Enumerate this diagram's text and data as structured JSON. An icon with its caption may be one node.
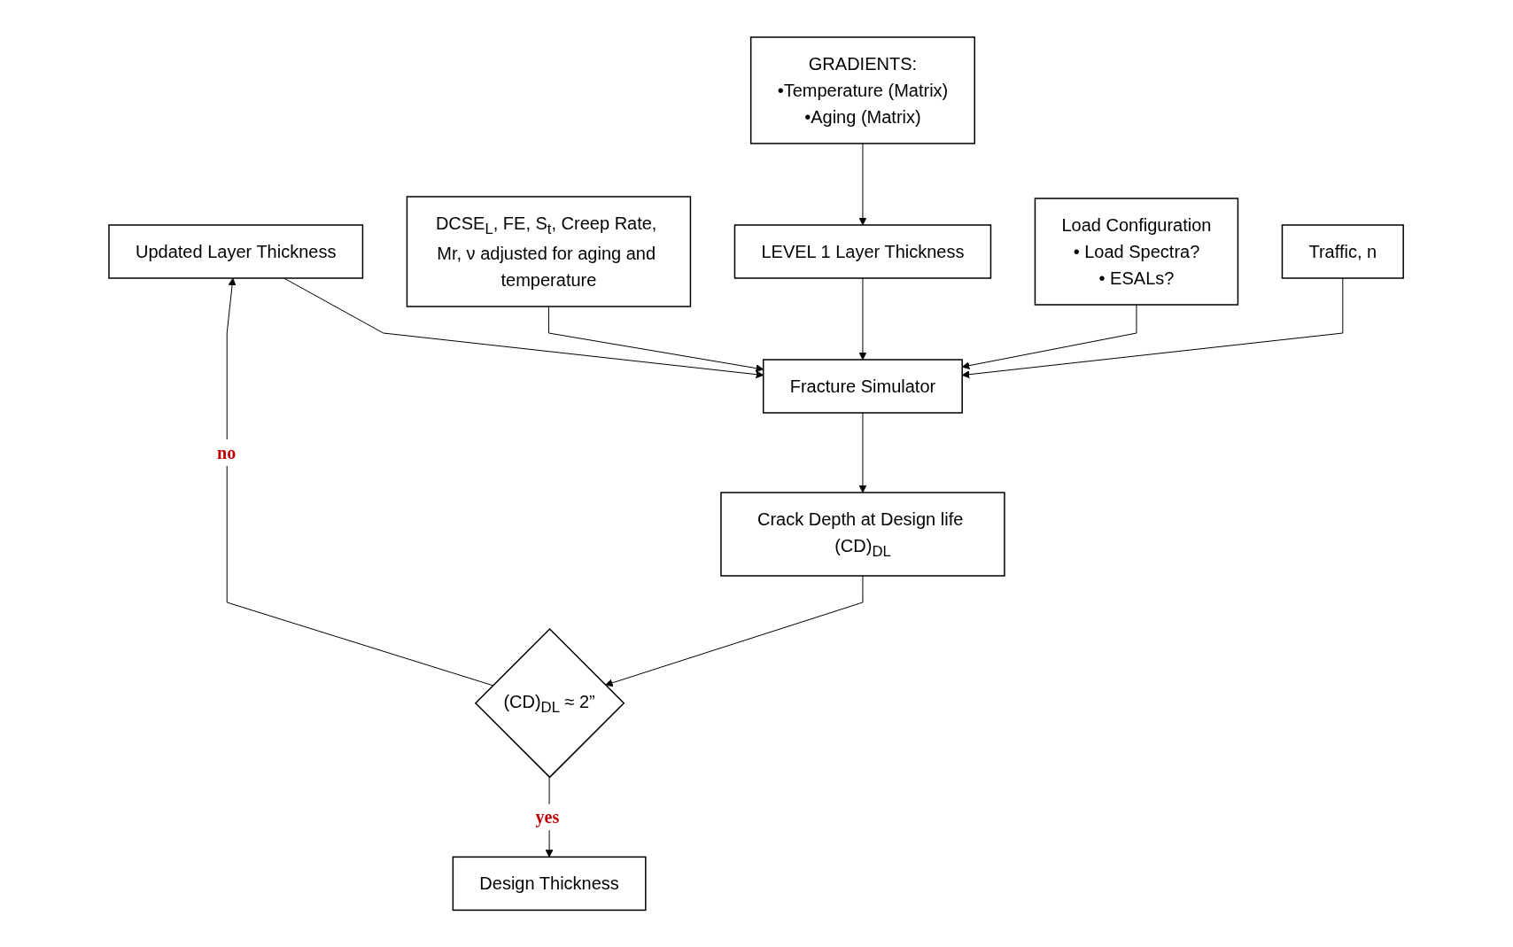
{
  "diagram": {
    "nodes": [
      {
        "text": [
          "Updated Layer Thickness"
        ]
      },
      {
        "text": [
          "GRADIENTS:",
          "•Temperature (Matrix)",
          "•Aging (Matrix)"
        ]
      },
      {
        "text": [
          "DCSE$_{L}$, FE, S$_{t}$, Creep Rate, Mr, ν adjusted for aging and temperature"
        ]
      },
      {
        "text": [
          "LEVEL 1 Layer Thickness"
        ]
      },
      {
        "text": [
          "Fracture Simulator"
        ]
      },
      {
        "text": [
          "Load Configuration",
          "• Load Spectra?",
          "• ESALs?"
        ]
      },
      {
        "text": [
          "Crack Depth at Design life (CD)$_{DL}$"
        ]
      },
      {
        "text": [
          "Traffic, n"
        ]
      },
      {
        "text": [
          "(CD)$_{DL}$ ≈ 2”"
        ]
      },
      {
        "text": [
          "Design Thickness"
        ]
      }
    ],
    "edges": [
      {
        "from": 0,
        "to": 4,
        "arrow": "to"
      },
      {
        "from": 1,
        "to": 3,
        "arrow": "to"
      },
      {
        "from": 2,
        "to": 4,
        "arrow": "to"
      },
      {
        "from": 3,
        "to": 4,
        "arrow": "to"
      },
      {
        "from": 5,
        "to": 4,
        "arrow": "to"
      },
      {
        "from": 7,
        "to": 4,
        "arrow": "to"
      },
      {
        "from": 4,
        "to": 6,
        "arrow": "to"
      },
      {
        "from": 6,
        "to": 8,
        "arrow": "to"
      },
      {
        "from": 8,
        "to": 0,
        "arrow": "to",
        "label": "no"
      },
      {
        "from": 8,
        "to": 9,
        "arrow": "to",
        "label": "yes"
      }
    ]
  }
}
